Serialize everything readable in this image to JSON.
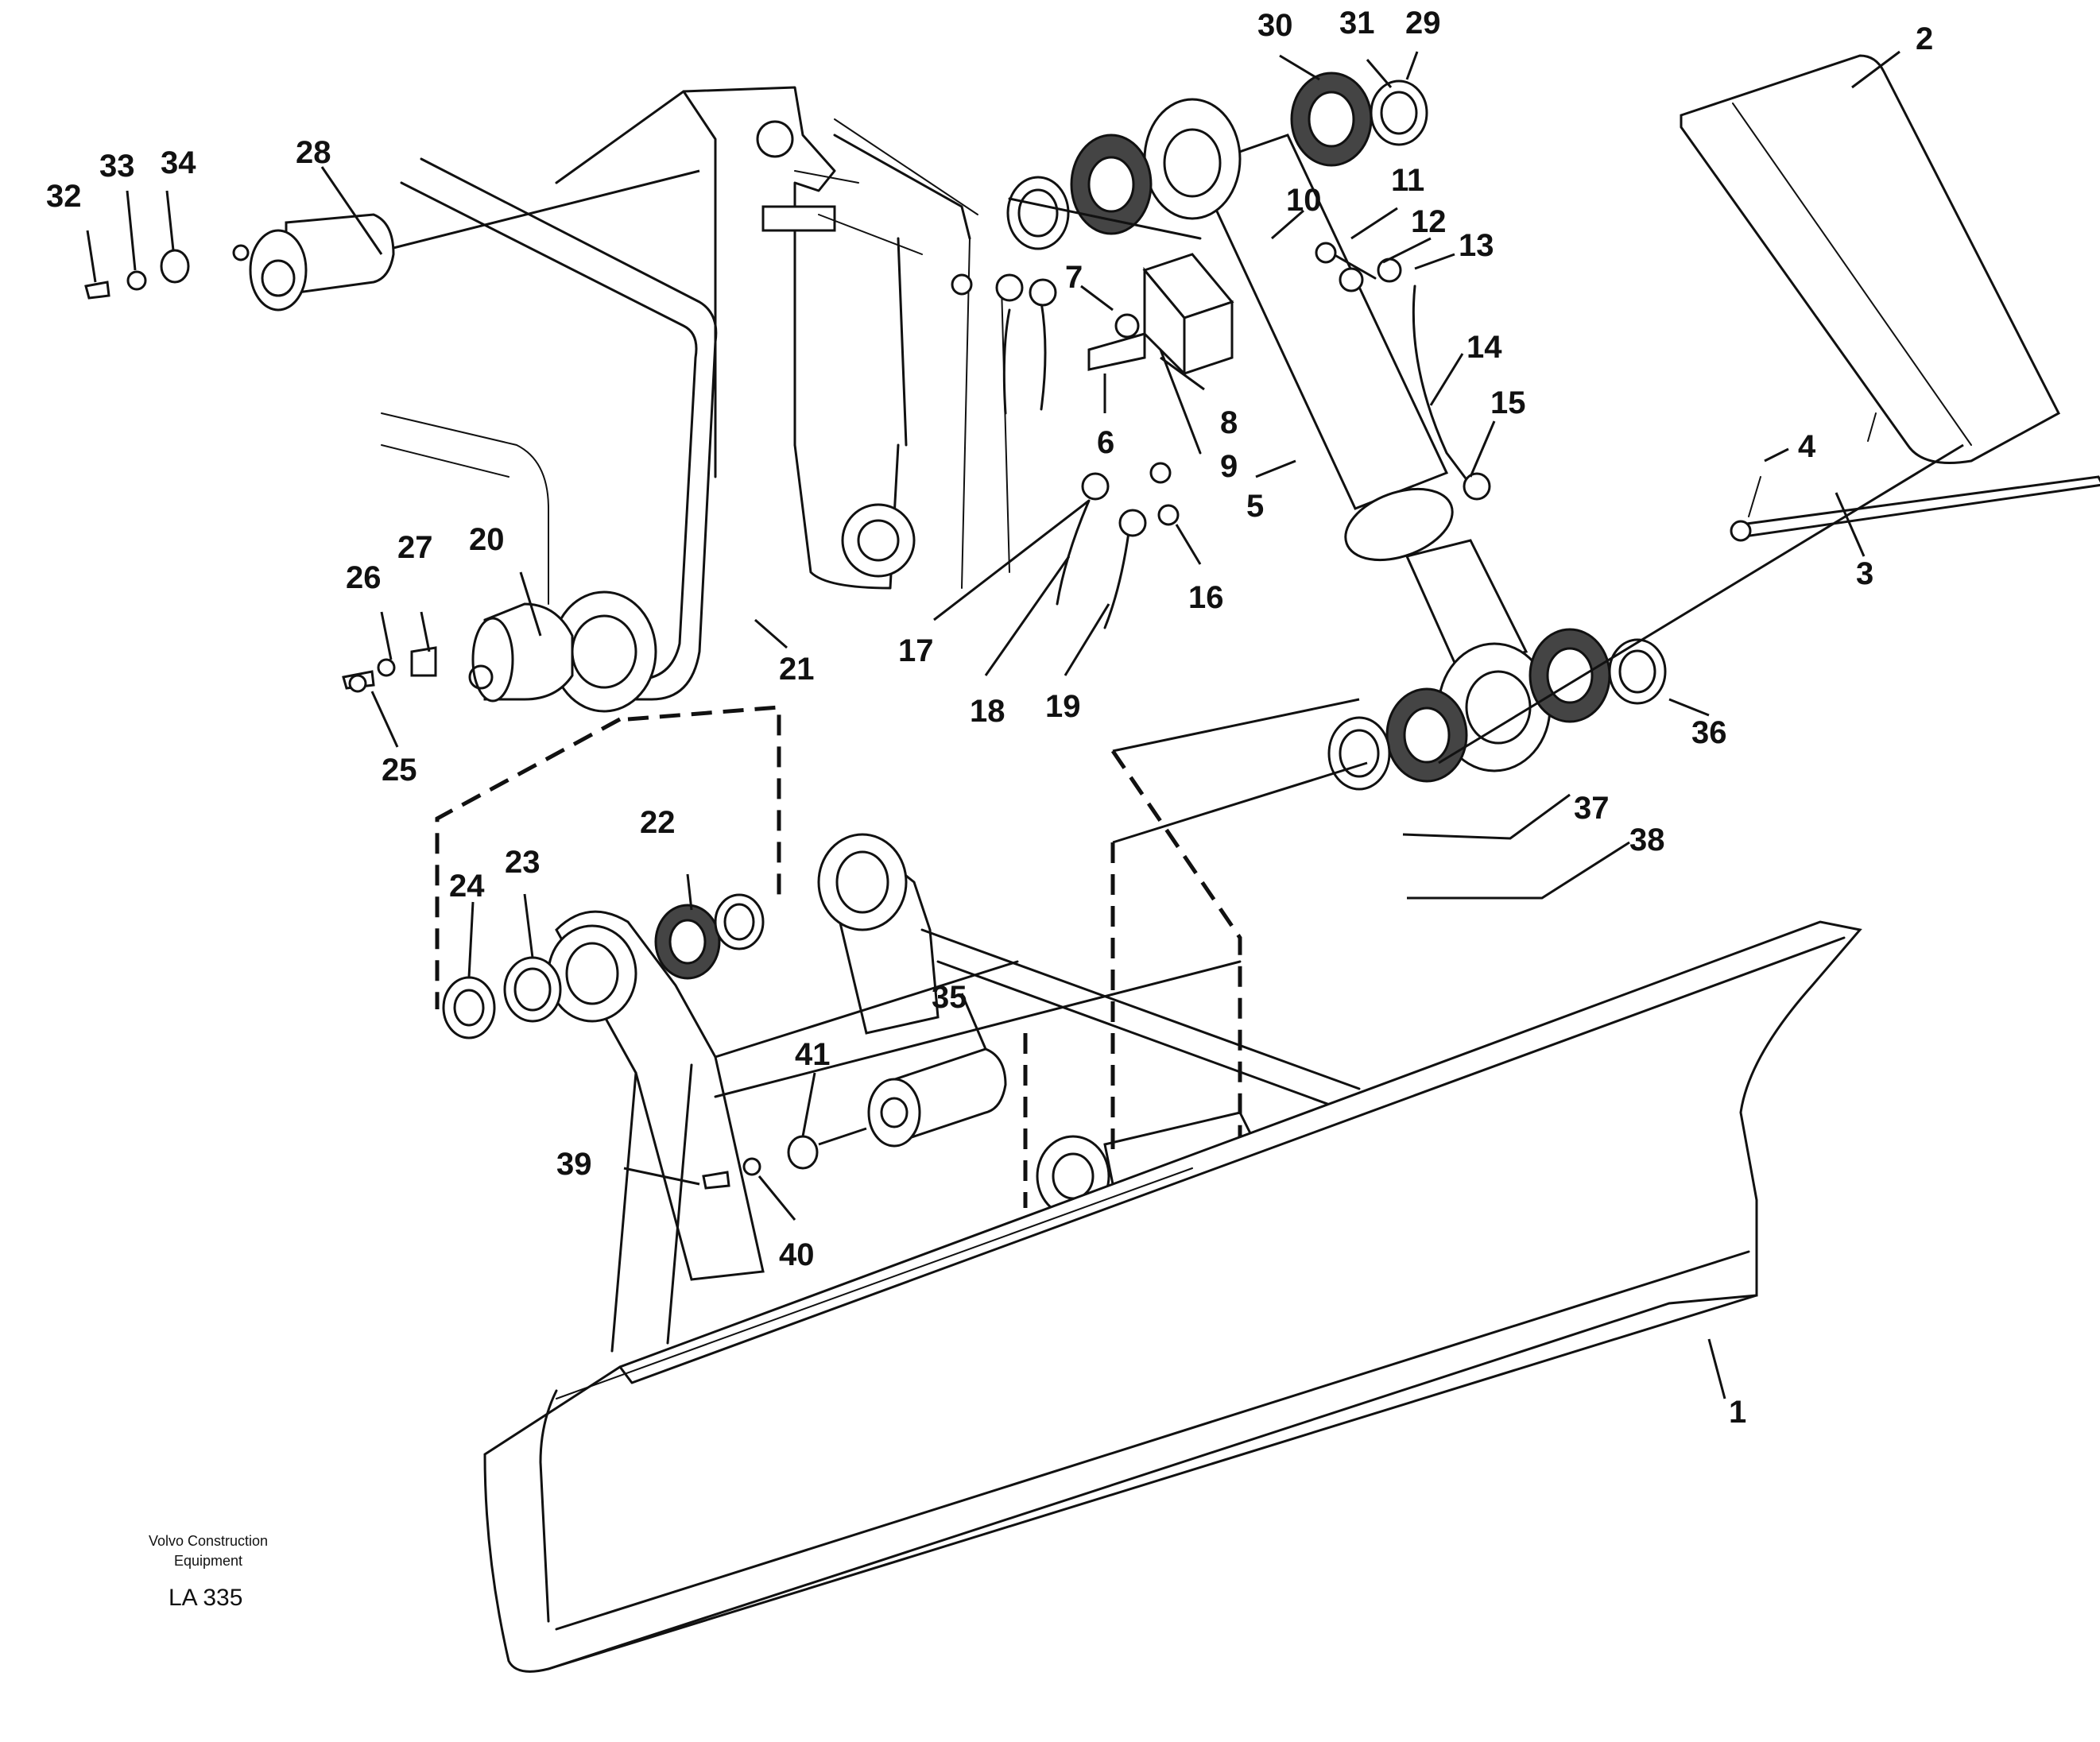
{
  "diagram": {
    "callouts": [
      "1",
      "2",
      "3",
      "4",
      "5",
      "6",
      "7",
      "8",
      "9",
      "10",
      "11",
      "12",
      "13",
      "14",
      "15",
      "16",
      "17",
      "18",
      "19",
      "20",
      "21",
      "22",
      "23",
      "24",
      "25",
      "26",
      "27",
      "28",
      "29",
      "30",
      "31",
      "32",
      "33",
      "34",
      "35",
      "36",
      "37",
      "38",
      "39",
      "40",
      "41"
    ]
  },
  "footer": {
    "company_line1": "Volvo Construction",
    "company_line2": "Equipment",
    "code": "LA 335"
  }
}
